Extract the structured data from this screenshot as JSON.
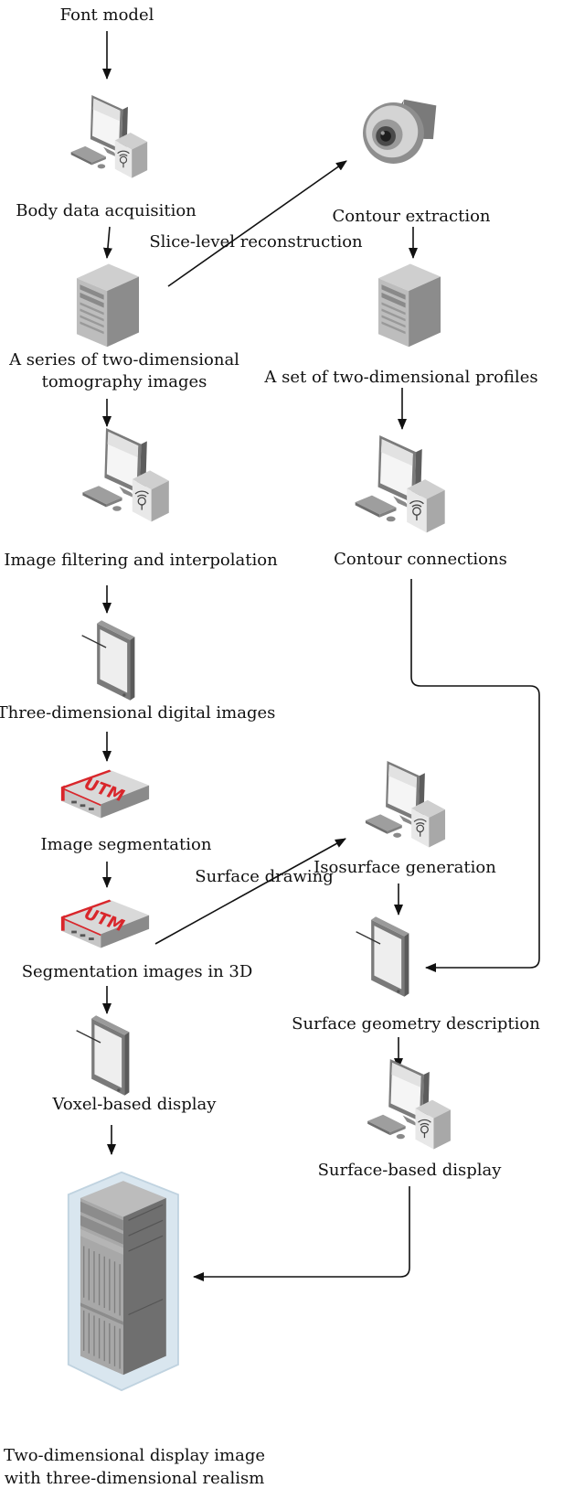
{
  "nodes": {
    "font_model": "Font model",
    "body_data_acquisition": "Body data acquisition",
    "series_2d_tomography_line1": "A series of two-dimensional",
    "series_2d_tomography_line2": "tomography images",
    "image_filtering": "Image filtering and interpolation",
    "three_d_digital_images": "Three-dimensional digital images",
    "image_segmentation": "Image segmentation",
    "segmentation_images_3d": "Segmentation images in 3D",
    "voxel_display": "Voxel-based display",
    "final_line1": "Two-dimensional display image",
    "final_line2": "with three-dimensional realism",
    "contour_extraction": "Contour extraction",
    "set_2d_profiles": "A set of two-dimensional profiles",
    "contour_connections": "Contour connections",
    "isosurface_generation": "Isosurface generation",
    "surface_geometry": "Surface geometry description",
    "surface_display": "Surface-based display"
  },
  "edge_labels": {
    "slice_level": "Slice-level reconstruction",
    "surface_drawing": "Surface drawing"
  },
  "device_labels": {
    "utm_1": "UTM",
    "utm_2": "UTM"
  },
  "icons": {
    "workstation": "workstation-icon",
    "tower": "server-tower-icon",
    "tablet": "tablet-icon",
    "utm": "utm-appliance-icon",
    "camera": "dome-camera-icon",
    "rack": "server-rack-icon"
  },
  "colors": {
    "icon_gray": "#9a9a9a",
    "utm_red": "#d9262b"
  }
}
